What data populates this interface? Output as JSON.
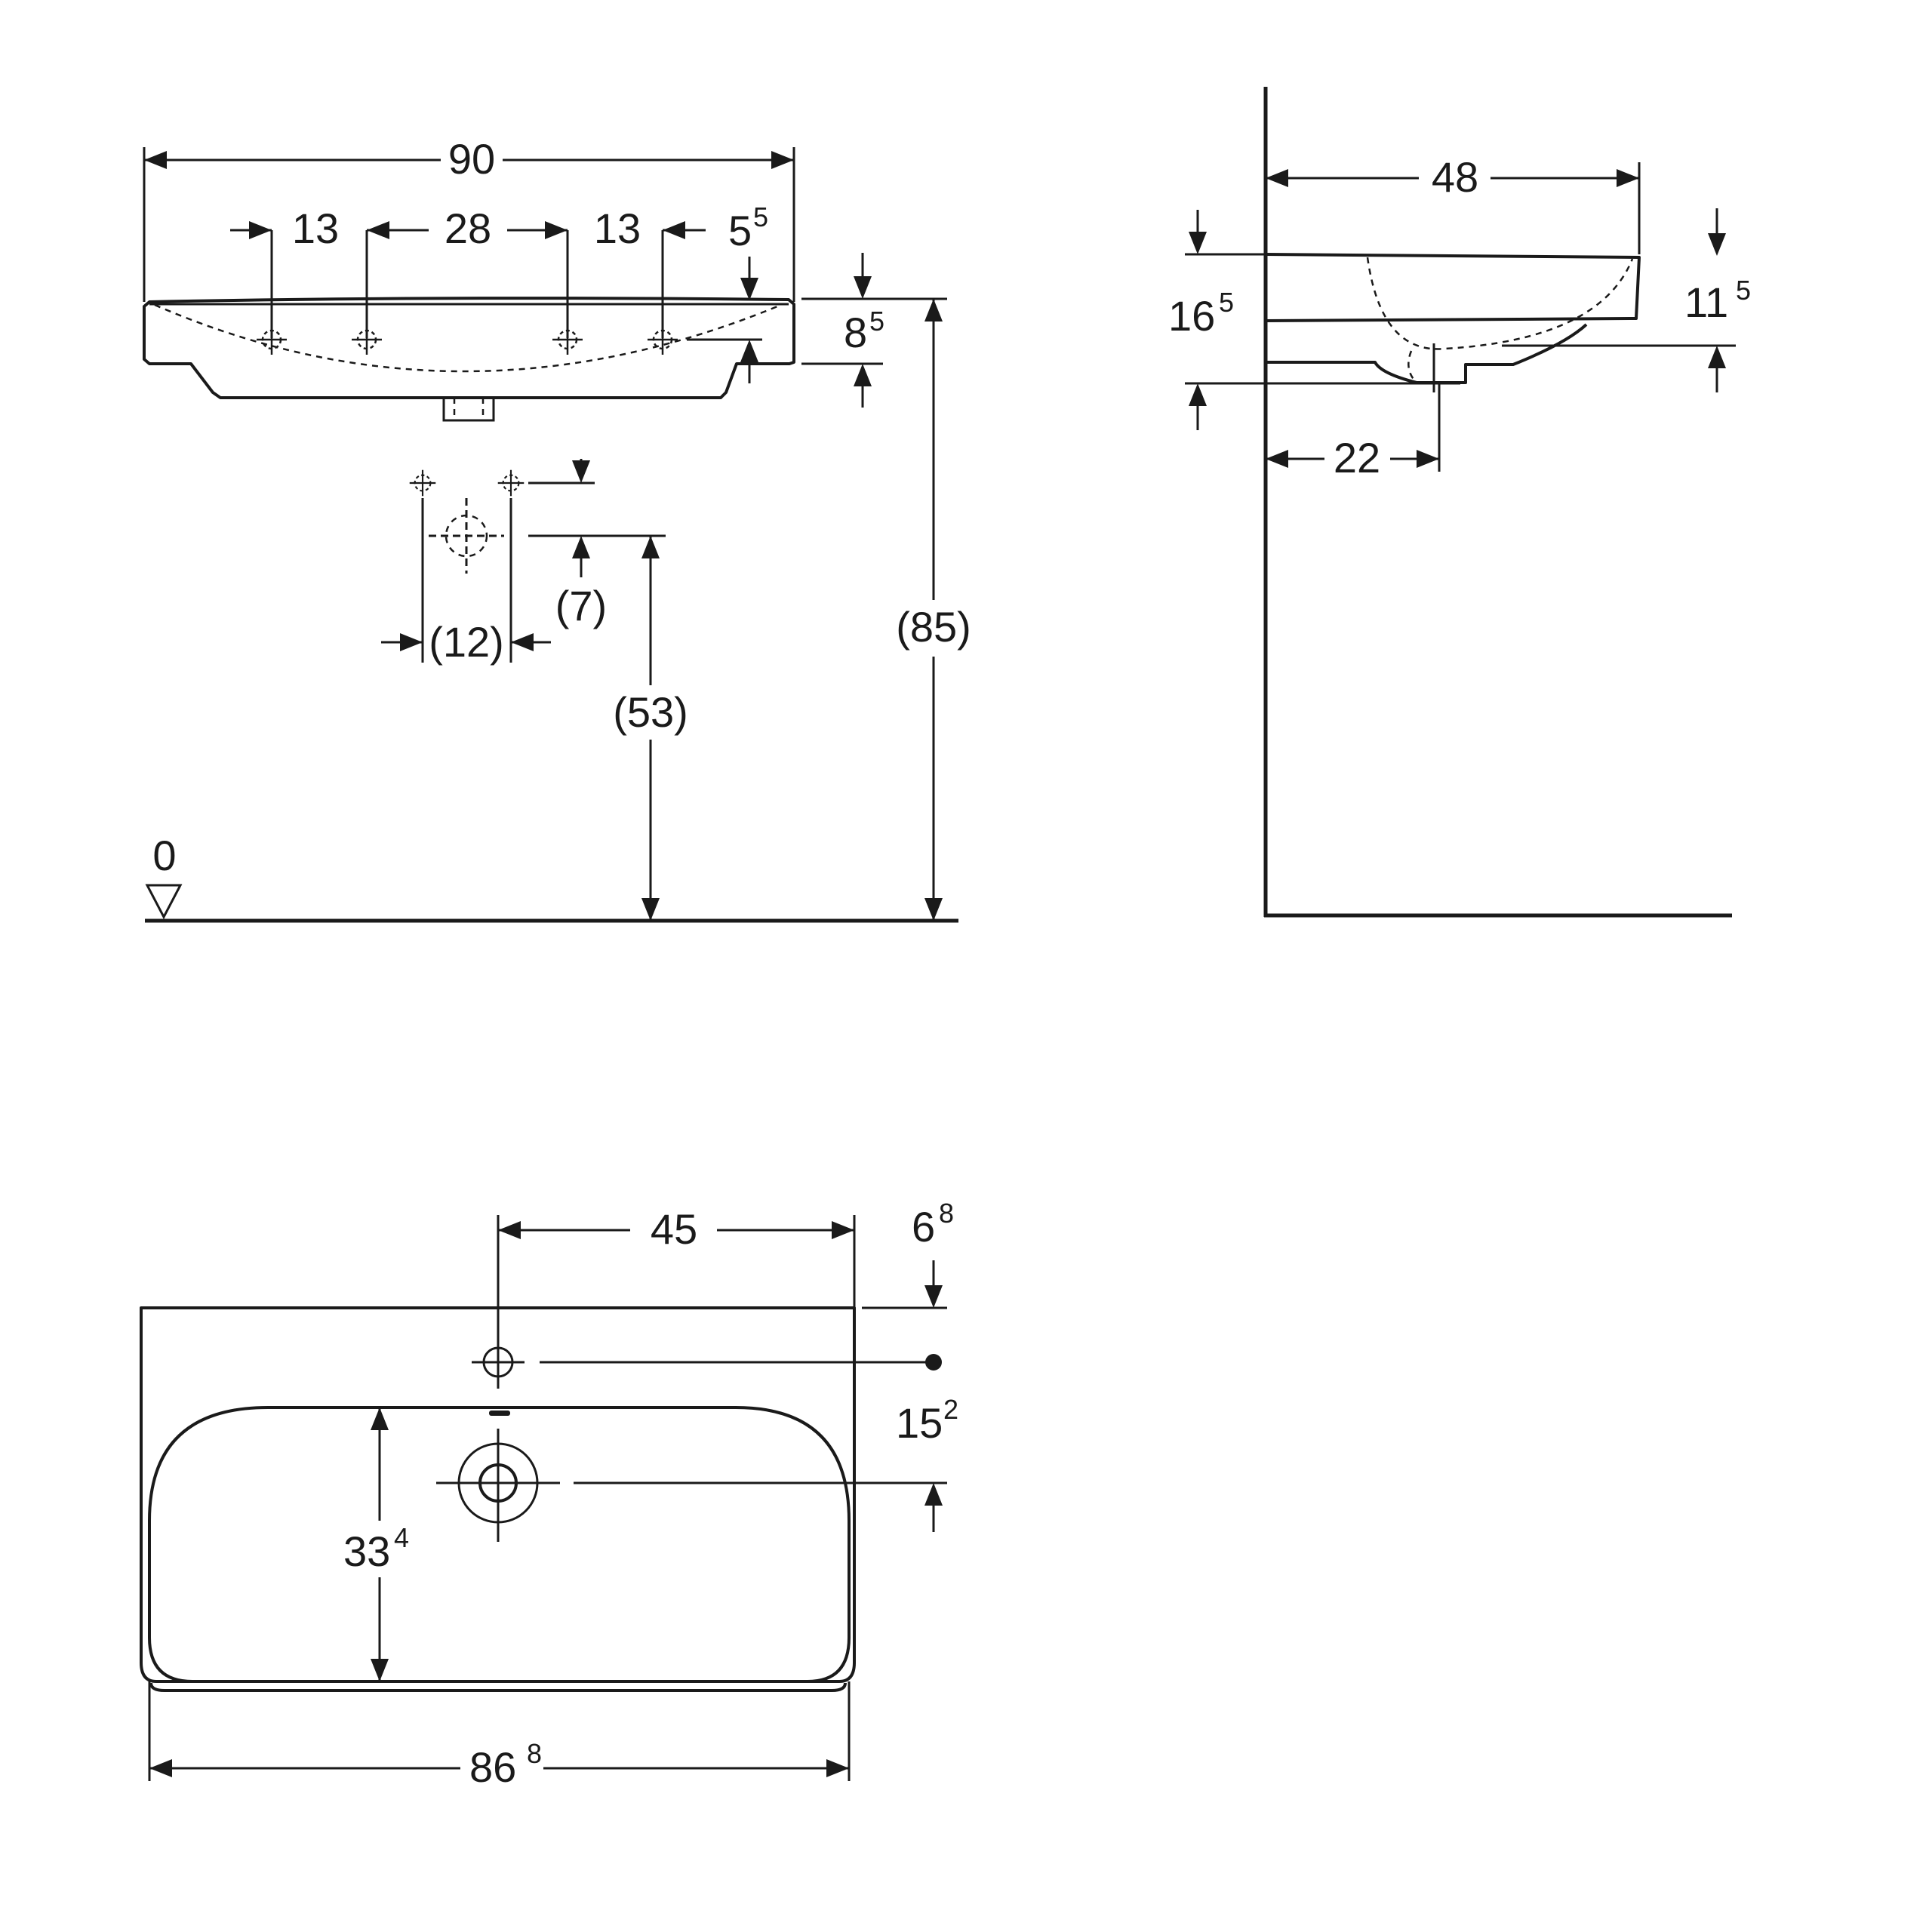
{
  "front_view": {
    "width": "90",
    "hole_left_offset": "13",
    "hole_spacing": "28",
    "hole_right_offset": "13",
    "rim_offset_main": "5",
    "rim_offset_sup": "5",
    "rim_height_main": "8",
    "rim_height_sup": "5",
    "valve_spacing": "(12)",
    "valve_height": "(7)",
    "supply_height": "(53)",
    "rim_floor_height": "(85)",
    "floor_level": "0"
  },
  "side_view": {
    "depth": "48",
    "overall_height_main": "16",
    "overall_height_sup": "5",
    "bowl_height_main": "11",
    "bowl_height_sup": "5",
    "drain_distance": "22"
  },
  "top_view": {
    "tap_hole_to_right_edge": "45",
    "tap_hole_from_back_main": "6",
    "tap_hole_from_back_sup": "8",
    "drain_from_tap_main": "15",
    "drain_from_tap_sup": "2",
    "bowl_depth_main": "33",
    "bowl_depth_sup": "4",
    "bowl_width_main": "86",
    "bowl_width_sup": "8"
  }
}
